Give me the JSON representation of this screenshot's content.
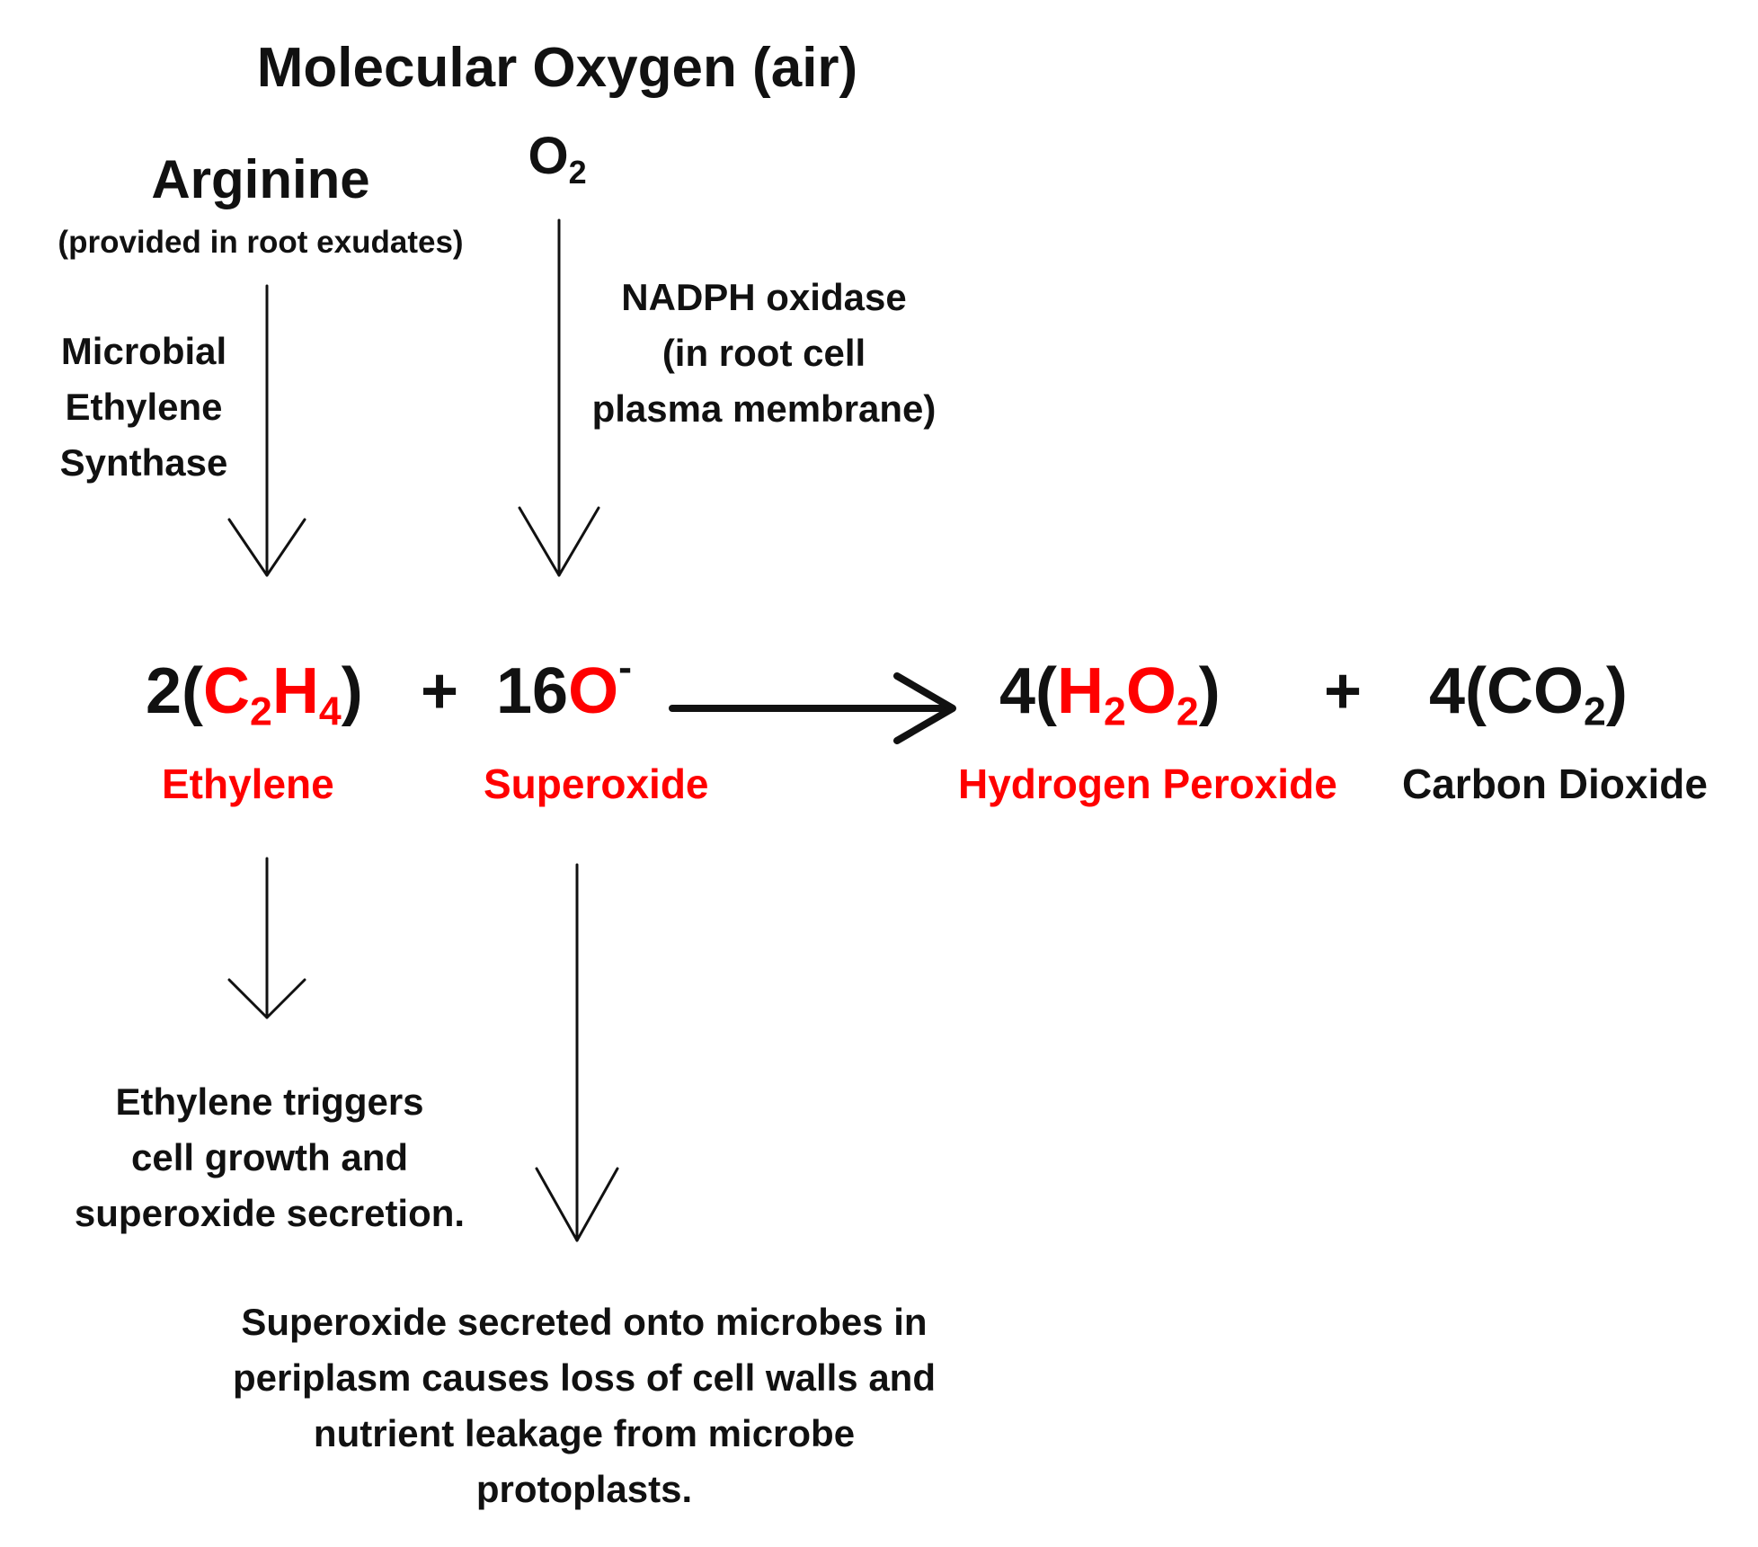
{
  "title": "Molecular Oxygen (air)",
  "oxygen": {
    "base": "O",
    "subscript": "2"
  },
  "arginine": {
    "label": "Arginine",
    "note": "(provided in root exudates)"
  },
  "enzymes": {
    "ethylene_synthase": [
      "Microbial",
      "Ethylene",
      "Synthase"
    ],
    "nadph_oxidase": [
      "NADPH oxidase",
      "(in root cell",
      "plasma membrane)"
    ]
  },
  "equation": {
    "ethylene": {
      "coef": "2(",
      "c": "C",
      "c_sub": "2",
      "h": "H",
      "h_sub": "4",
      "close": ")"
    },
    "plus1": "+",
    "superoxide": {
      "coef": "16",
      "o": "O",
      "charge": "-"
    },
    "h2o2": {
      "coef": "4(",
      "h": "H",
      "h_sub": "2",
      "o": "O",
      "o_sub": "2",
      "close": ")"
    },
    "plus2": "+",
    "co2": {
      "coef": "4(CO",
      "sub": "2",
      "close": ")"
    }
  },
  "names": {
    "ethylene": "Ethylene",
    "superoxide": "Superoxide",
    "h2o2": "Hydrogen Peroxide",
    "co2": "Carbon Dioxide"
  },
  "notes": {
    "ethylene": [
      "Ethylene triggers",
      "cell growth and",
      "superoxide secretion."
    ],
    "superoxide": [
      "Superoxide secreted onto microbes in",
      "periplasm causes loss of cell walls and",
      "nutrient leakage from microbe",
      "protoplasts."
    ]
  },
  "colors": {
    "highlight": "#ff0000",
    "text": "#111111"
  }
}
